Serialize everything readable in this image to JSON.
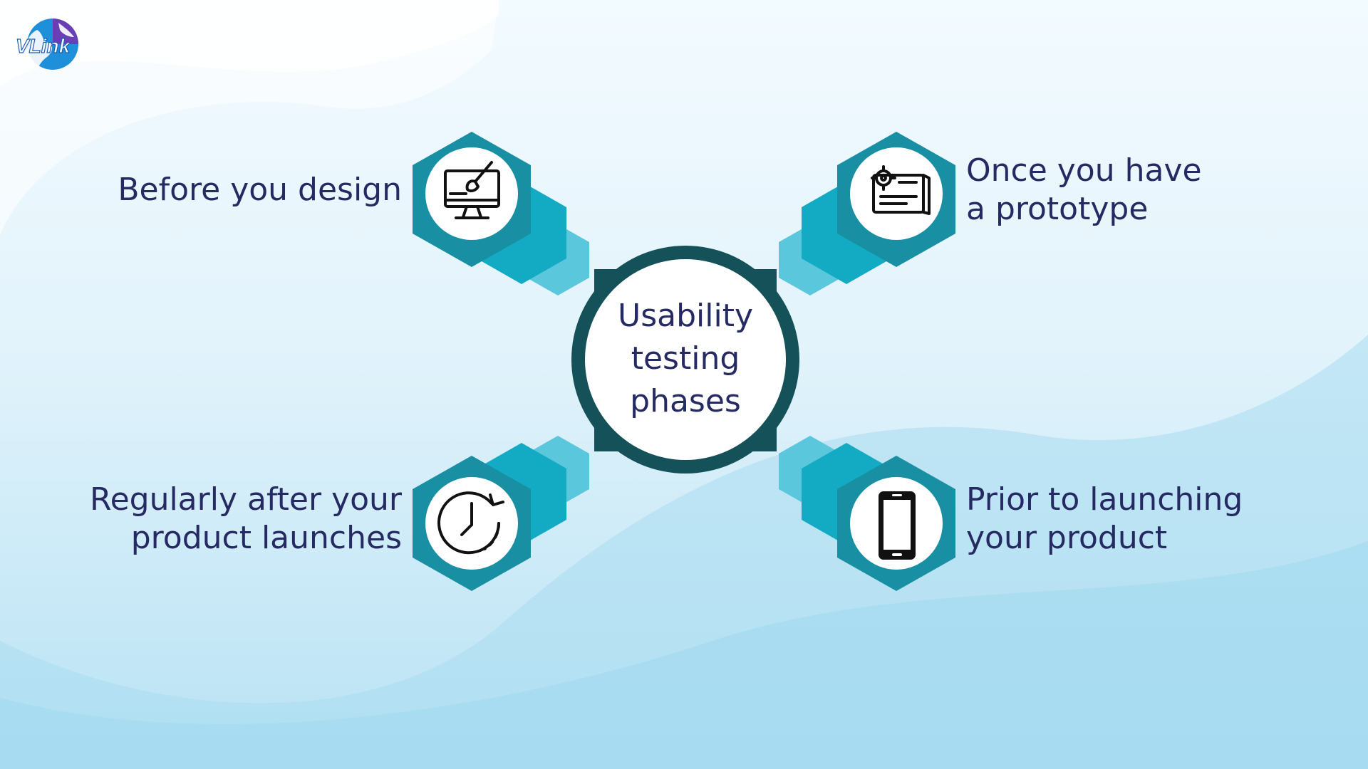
{
  "center": {
    "title_lines": [
      "Usability",
      "testing",
      "phases"
    ]
  },
  "phases": [
    {
      "id": "before-design",
      "lines": [
        "Before you design"
      ],
      "icon": "monitor-design-icon"
    },
    {
      "id": "prototype",
      "lines": [
        "Once you have",
        "a prototype"
      ],
      "icon": "prototype-blueprint-icon"
    },
    {
      "id": "after-launch",
      "lines": [
        "Regularly after your",
        "product launches"
      ],
      "icon": "clock-refresh-icon"
    },
    {
      "id": "prior-launch",
      "lines": [
        "Prior to launching",
        "your product"
      ],
      "icon": "smartphone-icon"
    }
  ],
  "logo": {
    "text": "VLink",
    "icon": "globe-logo-icon"
  },
  "colors": {
    "text": "#262a63",
    "hex_dark": "#188fa3",
    "hex_mid": "#13abc3",
    "hex_light": "#5bc7dc",
    "center_ring": "#145158",
    "logo_purple": "#6a3fb5",
    "logo_blue": "#1e8fd9"
  }
}
